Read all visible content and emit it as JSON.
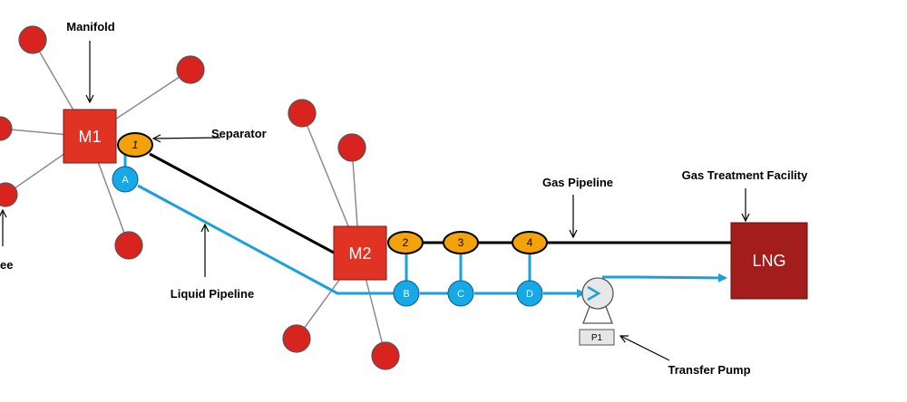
{
  "colors": {
    "well": "#d9231f",
    "manifold": "#e03324",
    "lng": "#a21d1b",
    "separator": "#f2a20a",
    "valve": "#16a8e7",
    "liquid_line": "#1aa0dd",
    "gas_line": "#000000",
    "well_line": "#8c8c8c"
  },
  "labels": {
    "manifold": "Manifold",
    "separator": "Separator",
    "gas_pipeline": "Gas Pipeline",
    "gas_treatment_facility": "Gas Treatment Facility",
    "liquid_pipeline": "Liquid Pipeline",
    "transfer_pump": "Transfer Pump",
    "partial_left": "ee"
  },
  "nodes": {
    "m1": "M1",
    "m2": "M2",
    "lng": "LNG",
    "pump": "P1",
    "separators": [
      "1",
      "2",
      "3",
      "4"
    ],
    "valves": [
      "A",
      "B",
      "C",
      "D"
    ]
  }
}
